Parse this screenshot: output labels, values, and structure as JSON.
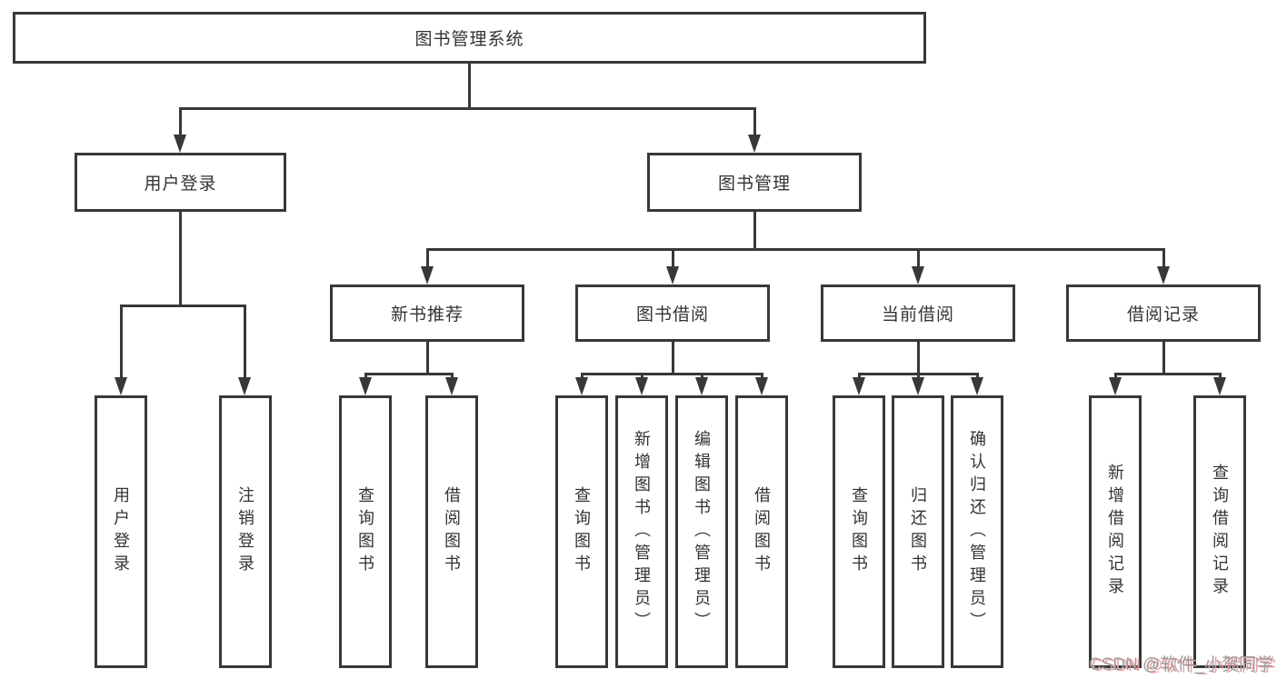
{
  "diagram": {
    "type": "functional-structure-tree",
    "title": "图书管理系统"
  },
  "nodes": {
    "root": "图书管理系统",
    "user_login": "用户登录",
    "book_mgmt": "图书管理",
    "new_book_rec": "新书推荐",
    "book_borrow": "图书借阅",
    "current_borrow": "当前借阅",
    "borrow_record": "借阅记录",
    "leaf_user_login": "用户登录",
    "leaf_logout": "注销登录",
    "leaf_query_book_rec": "查询图书",
    "leaf_borrow_book_rec": "借阅图书",
    "leaf_query_book_borrow": "查询图书",
    "leaf_add_book": "新增图书（管理员）",
    "leaf_edit_book": "编辑图书（管理员）",
    "leaf_borrow_book_borrow": "借阅图书",
    "leaf_query_book_current": "查询图书",
    "leaf_return_book": "归还图书",
    "leaf_confirm_return": "确认归还（管理员）",
    "leaf_add_record": "新增借阅记录",
    "leaf_query_record": "查询借阅记录"
  },
  "hierarchy": {
    "图书管理系统": {
      "用户登录": [
        "用户登录",
        "注销登录"
      ],
      "图书管理": {
        "新书推荐": [
          "查询图书",
          "借阅图书"
        ],
        "图书借阅": [
          "查询图书",
          "新增图书（管理员）",
          "编辑图书（管理员）",
          "借阅图书"
        ],
        "当前借阅": [
          "查询图书",
          "归还图书",
          "确认归还（管理员）"
        ],
        "借阅记录": [
          "新增借阅记录",
          "查询借阅记录"
        ]
      }
    }
  },
  "watermark": {
    "text": "CSDN @软件_小贺同学"
  },
  "colors": {
    "line": "#383838",
    "text": "#333333",
    "background": "#ffffff",
    "watermark_text": "#9c9c9c",
    "watermark_shadow": "#f0a0a0"
  }
}
